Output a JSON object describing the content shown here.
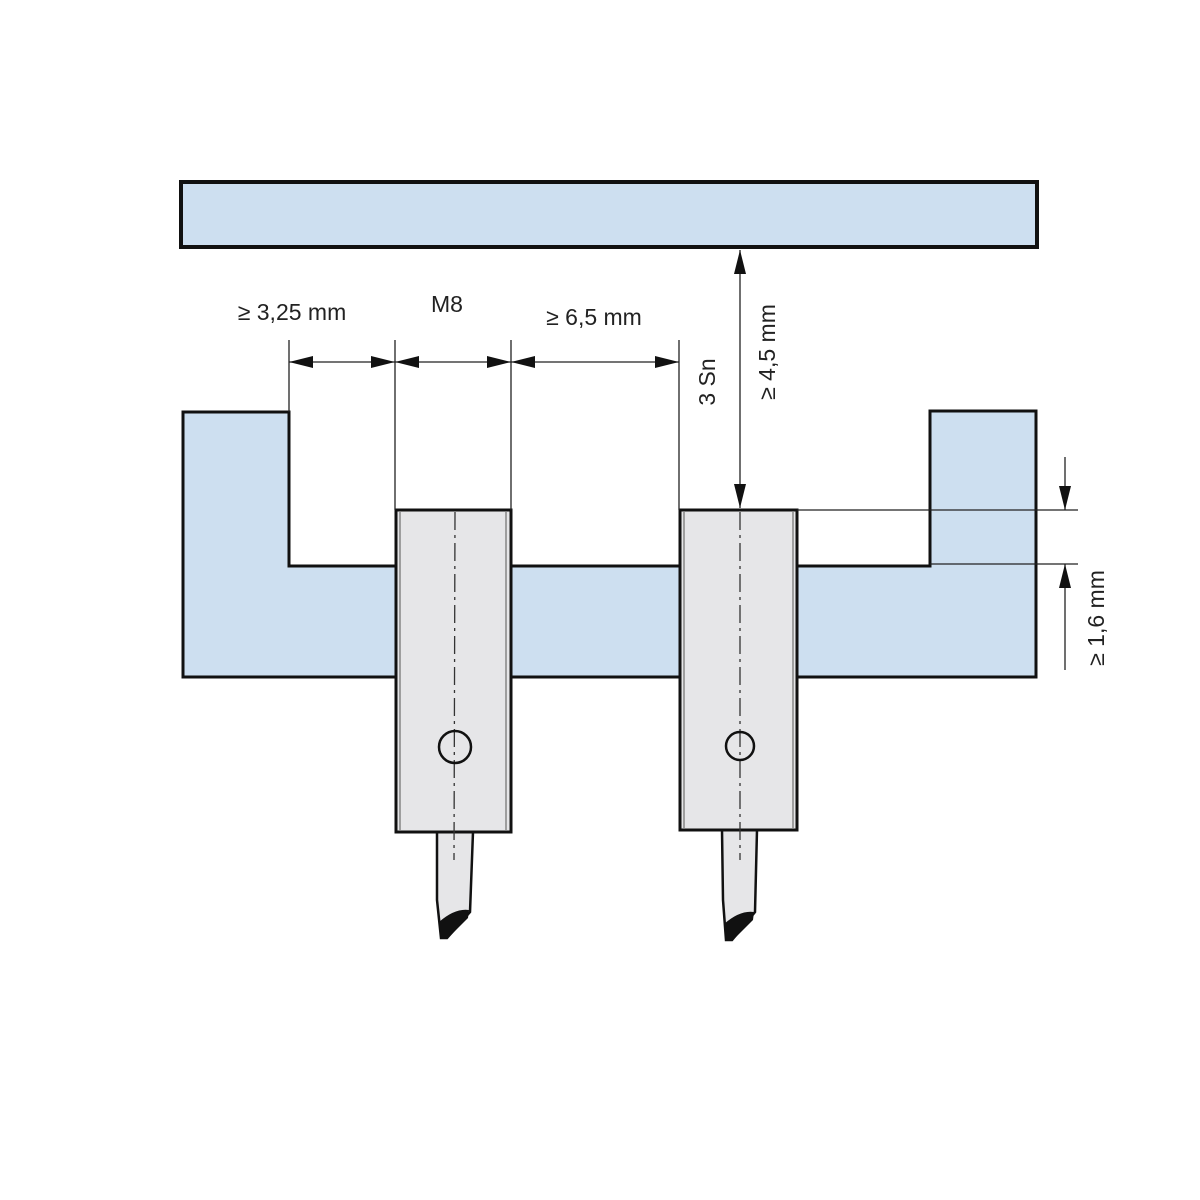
{
  "labels": {
    "left_clearance": "≥ 3,25 mm",
    "sensor_size": "M8",
    "sensor_spacing": "≥ 6,5 mm",
    "sensing_distance": "3 Sn",
    "target_clearance": "≥ 4,5 mm",
    "flush_offset": "≥ 1,6 mm"
  },
  "colors": {
    "metal": "#cddff0",
    "sensor": "#e6e6e8",
    "line": "#111111"
  }
}
